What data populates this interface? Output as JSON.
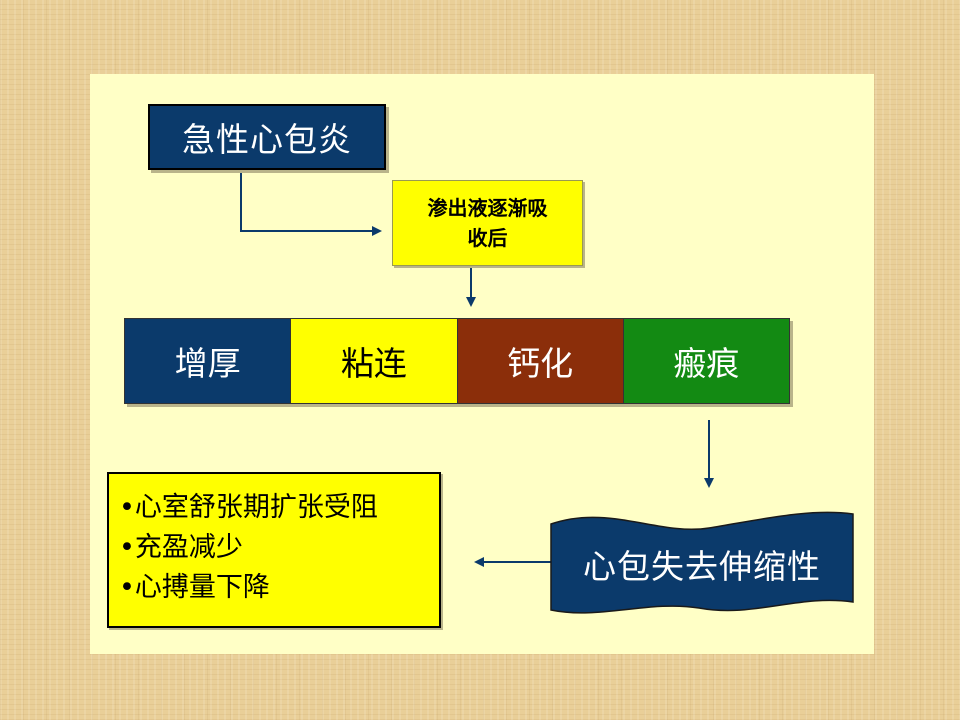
{
  "title_box": {
    "text": "急性心包炎"
  },
  "note_box": {
    "line1": "渗出液逐渐吸",
    "line2": "收后"
  },
  "stages": [
    {
      "label": "增厚",
      "bg": "#0b3a6b",
      "fg": "#ffffff"
    },
    {
      "label": "粘连",
      "bg": "#ffff00",
      "fg": "#000000"
    },
    {
      "label": "钙化",
      "bg": "#8b2e0a",
      "fg": "#ffffff"
    },
    {
      "label": "瘢痕",
      "bg": "#138a13",
      "fg": "#ffffff"
    }
  ],
  "banner": {
    "text": "心包失去伸缩性",
    "color": "#0b3a6b"
  },
  "results": [
    "•心室舒张期扩张受阻",
    "•充盈减少",
    "•心搏量下降"
  ],
  "colors": {
    "background": "#e9cf98",
    "panel": "#ffffc6",
    "arrow": "#0b3a6b"
  }
}
